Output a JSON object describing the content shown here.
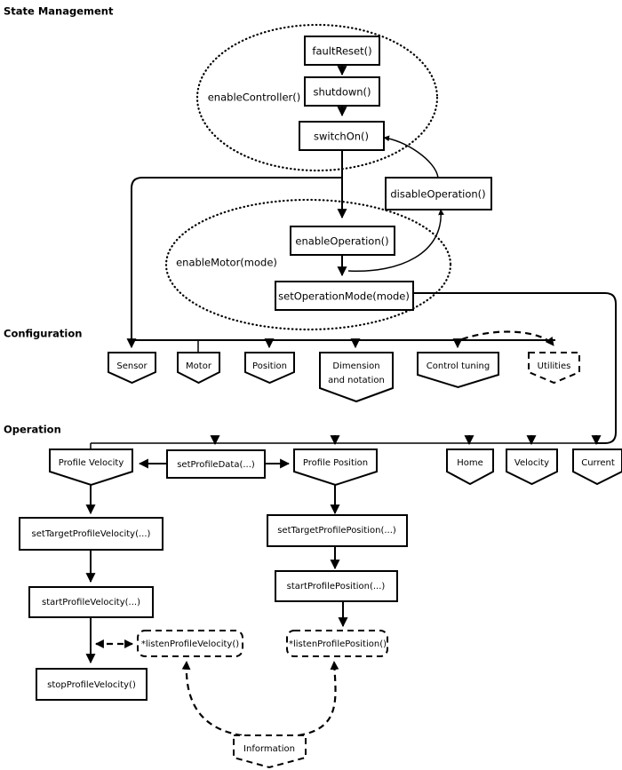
{
  "diagram": {
    "title": "State Management",
    "sections": [
      {
        "id": "state-management",
        "label": "State Management"
      },
      {
        "id": "configuration",
        "label": "Configuration"
      },
      {
        "id": "operation",
        "label": "Operation"
      }
    ],
    "groups": [
      {
        "id": "enable-controller",
        "label": "enableController()"
      },
      {
        "id": "enable-motor",
        "label": "enableMotor(mode)"
      }
    ],
    "state_nodes": [
      {
        "id": "faultReset",
        "label": "faultReset()"
      },
      {
        "id": "shutdown",
        "label": "shutdown()"
      },
      {
        "id": "switchOn",
        "label": "switchOn()"
      },
      {
        "id": "disableOperation",
        "label": "disableOperation()"
      },
      {
        "id": "enableOperation",
        "label": "enableOperation()"
      },
      {
        "id": "setOperationMode",
        "label": "setOperationMode(mode)"
      }
    ],
    "configuration_nodes": [
      {
        "id": "sensor",
        "label": "Sensor",
        "style": "solid"
      },
      {
        "id": "motor",
        "label": "Motor",
        "style": "solid"
      },
      {
        "id": "position",
        "label": "Position",
        "style": "solid"
      },
      {
        "id": "dimension",
        "label": "Dimension",
        "label2": "and notation",
        "style": "solid"
      },
      {
        "id": "control-tuning",
        "label": "Control tuning",
        "style": "solid"
      },
      {
        "id": "utilities",
        "label": "Utilities",
        "style": "dashed"
      }
    ],
    "operation_nodes": [
      {
        "id": "profile-velocity",
        "label": "Profile Velocity",
        "style": "shield"
      },
      {
        "id": "set-profile-data",
        "label": "setProfileData(...)",
        "style": "box"
      },
      {
        "id": "profile-position",
        "label": "Profile Position",
        "style": "shield"
      },
      {
        "id": "home",
        "label": "Home",
        "style": "shield"
      },
      {
        "id": "velocity",
        "label": "Velocity",
        "style": "shield"
      },
      {
        "id": "current",
        "label": "Current",
        "style": "shield"
      }
    ],
    "velocity_chain": [
      {
        "id": "set-target-profile-velocity",
        "label": "setTargetProfileVelocity(...)"
      },
      {
        "id": "start-profile-velocity",
        "label": "startProfileVelocity(...)"
      },
      {
        "id": "listen-profile-velocity",
        "label": "*listenProfileVelocity()"
      },
      {
        "id": "stop-profile-velocity",
        "label": "stopProfileVelocity()"
      }
    ],
    "position_chain": [
      {
        "id": "set-target-profile-position",
        "label": "setTargetProfilePosition(...)"
      },
      {
        "id": "start-profile-position",
        "label": "startProfilePosition(...)"
      },
      {
        "id": "listen-profile-position",
        "label": "*listenProfilePosition()"
      }
    ],
    "information_node": {
      "id": "information",
      "label": "Information"
    },
    "colors": {
      "stroke": "#000000",
      "fill": "#ffffff",
      "background": "#ffffff"
    }
  }
}
